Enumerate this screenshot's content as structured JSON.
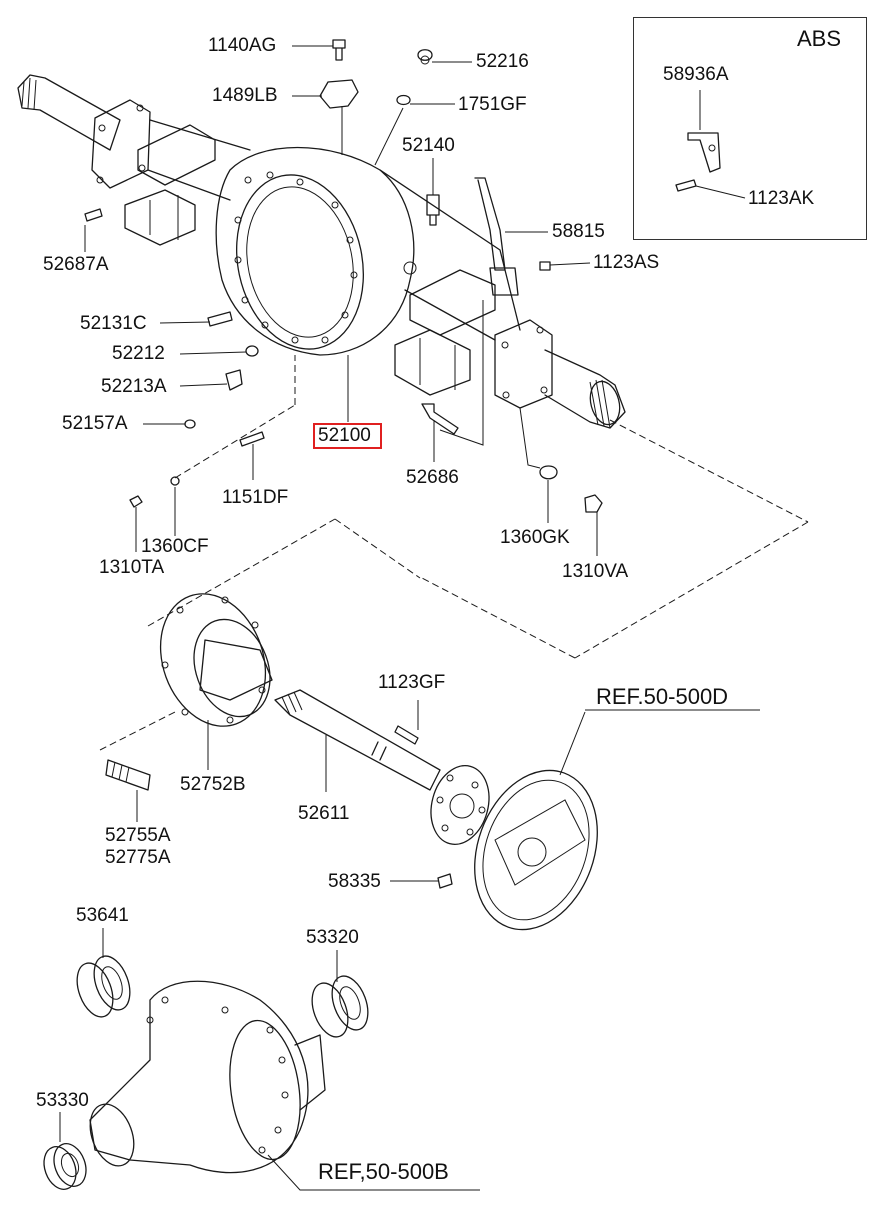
{
  "abs_box": {
    "title": "ABS"
  },
  "highlighted_part": "52100",
  "labels": {
    "p1140AG": "1140AG",
    "p52216": "52216",
    "p1489LB": "1489LB",
    "p1751GF": "1751GF",
    "p52140": "52140",
    "p58815": "58815",
    "p1123AS": "1123AS",
    "p52687A": "52687A",
    "p52131C": "52131C",
    "p52212": "52212",
    "p52213A": "52213A",
    "p52157A": "52157A",
    "p52100": "52100",
    "p52686": "52686",
    "p1151DF": "1151DF",
    "p1360CF": "1360CF",
    "p1310TA": "1310TA",
    "p1360GK": "1360GK",
    "p1310VA": "1310VA",
    "p58936A": "58936A",
    "p1123AK": "1123AK",
    "p1123GF": "1123GF",
    "refD": "REF.50-500D",
    "p52752B": "52752B",
    "p52611": "52611",
    "p52755A": "52755A",
    "p52775A": "52775A",
    "p58335": "58335",
    "p53641": "53641",
    "p53320": "53320",
    "p53330": "53330",
    "refB": "REF,50-500B"
  }
}
